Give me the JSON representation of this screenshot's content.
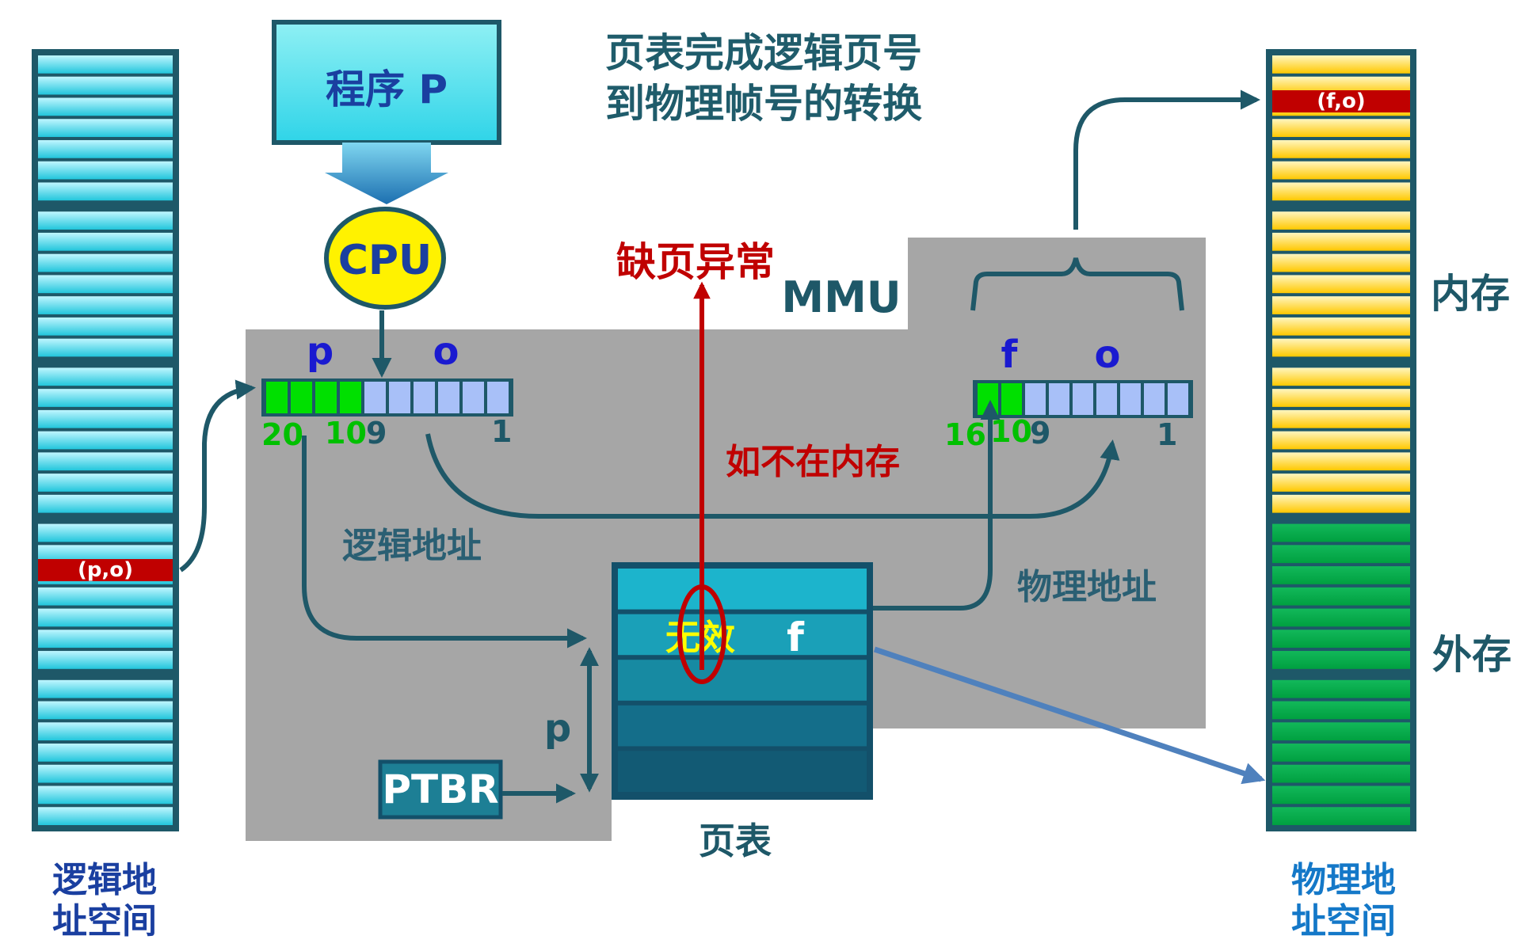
{
  "title": {
    "line1": "页表完成逻辑页号",
    "line2": "到物理帧号的转换"
  },
  "program": {
    "label": "程序 P"
  },
  "cpu": {
    "label": "CPU"
  },
  "mmu": {
    "label": "MMU"
  },
  "page_fault": {
    "label": "缺页异常"
  },
  "not_in_memory": {
    "label": "如不在内存"
  },
  "logical_addr": {
    "label": "逻辑地址",
    "p_label": "p",
    "o_label": "o",
    "bit_20": "20",
    "bit_10": "10",
    "bit_9": "9",
    "bit_1": "1"
  },
  "physical_addr": {
    "label": "物理地址",
    "f_label": "f",
    "o_label": "o",
    "bit_16": "16",
    "bit_10": "10",
    "bit_9": "9",
    "bit_1": "1"
  },
  "page_table": {
    "label": "页表",
    "invalid_label": "无效",
    "f_label": "f",
    "p_label": "p"
  },
  "ptbr": {
    "label": "PTBR"
  },
  "logical_space": {
    "line1": "逻辑地",
    "line2": "址空间",
    "entry_label": "(p,o)"
  },
  "physical_space": {
    "line1": "物理地",
    "line2": "址空间",
    "entry_label": "(f,o)"
  },
  "memory": {
    "label": "内存"
  },
  "disk": {
    "label": "外存"
  },
  "colors": {
    "title": "#1f5c6b",
    "logical_space_label": "#1a3fa0",
    "physical_space_label": "#1478c8",
    "fault": "#c00000",
    "label_dark": "#1f5c6b",
    "gray_bg": "#a6a6a6",
    "cyan": "#33ccdd",
    "yellow": "#ffd21a",
    "green": "#00b050",
    "bit_green": "#00e000",
    "bit_blue": "#a8c0f8",
    "arrow_blue": "#4f81bd"
  }
}
